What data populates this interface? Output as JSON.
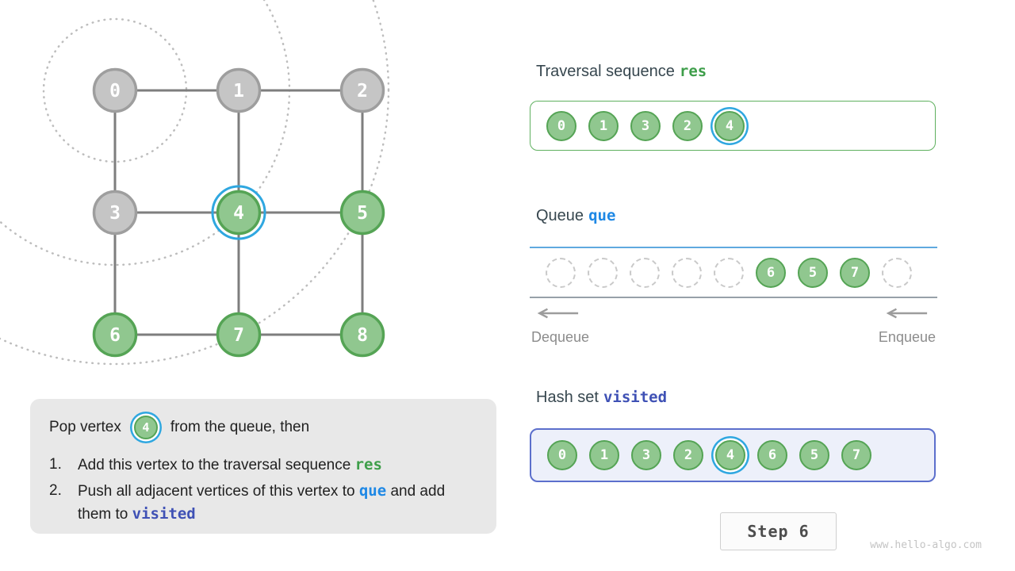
{
  "colors": {
    "green_fill": "#90C78F",
    "green_border": "#55A455",
    "gray_fill": "#C5C5C5",
    "gray_border": "#9E9E9E",
    "hl_blue": "#2FA7E0",
    "res_green": "#3E9E4A",
    "que_blue": "#1E88E5",
    "visited_indigo": "#3F51B5",
    "heading": "#37474F",
    "text": "#212121",
    "edge_gray": "#7E7E7E",
    "arc_gray": "#BDBDBD",
    "muted": "#8C8C8C",
    "arrow_gray": "#9C9C9C",
    "trav_border": "#5FB05F",
    "hash_border": "#5C6FCC",
    "hash_bg": "#EDF0FA",
    "queue_line_top": "#5FA9DF",
    "queue_line_bottom": "#97A1A9",
    "step_bg": "#FBFBFB",
    "step_border": "#CFCFCF",
    "step_text": "#4D4D4D",
    "watermark_color": "#C4C4C4",
    "explain_bg": "#E8E8E8"
  },
  "graph": {
    "vertices": [
      {
        "id": "0",
        "state": "unvisited",
        "row": 0,
        "col": 0,
        "highlight": false
      },
      {
        "id": "1",
        "state": "unvisited",
        "row": 0,
        "col": 1,
        "highlight": false
      },
      {
        "id": "2",
        "state": "unvisited",
        "row": 0,
        "col": 2,
        "highlight": false
      },
      {
        "id": "3",
        "state": "unvisited",
        "row": 1,
        "col": 0,
        "highlight": false
      },
      {
        "id": "4",
        "state": "visited",
        "row": 1,
        "col": 1,
        "highlight": true
      },
      {
        "id": "5",
        "state": "visited",
        "row": 1,
        "col": 2,
        "highlight": false
      },
      {
        "id": "6",
        "state": "visited",
        "row": 2,
        "col": 0,
        "highlight": false
      },
      {
        "id": "7",
        "state": "visited",
        "row": 2,
        "col": 1,
        "highlight": false
      },
      {
        "id": "8",
        "state": "visited",
        "row": 2,
        "col": 2,
        "highlight": false
      }
    ],
    "edges": [
      [
        0,
        1
      ],
      [
        1,
        2
      ],
      [
        3,
        4
      ],
      [
        4,
        5
      ],
      [
        6,
        7
      ],
      [
        7,
        8
      ],
      [
        0,
        3
      ],
      [
        3,
        6
      ],
      [
        1,
        4
      ],
      [
        4,
        7
      ],
      [
        2,
        5
      ],
      [
        5,
        8
      ]
    ]
  },
  "panels": {
    "traversal": {
      "title_prefix": "Traversal sequence",
      "title_code": "res",
      "items": [
        "0",
        "1",
        "3",
        "2",
        "4"
      ],
      "highlight_index": 4
    },
    "queue": {
      "title_prefix": "Queue",
      "title_code": "que",
      "slots": [
        null,
        null,
        null,
        null,
        null,
        "6",
        "5",
        "7",
        null
      ],
      "dequeue_label": "Dequeue",
      "enqueue_label": "Enqueue"
    },
    "hashset": {
      "title_prefix": "Hash set",
      "title_code": "visited",
      "items": [
        "0",
        "1",
        "3",
        "2",
        "4",
        "6",
        "5",
        "7"
      ],
      "highlight_index": 4
    }
  },
  "explanation": {
    "pop_prefix": "Pop vertex",
    "pop_vertex": "4",
    "pop_suffix": "from the queue, then",
    "item1_no": "1.",
    "item1_text": "Add this vertex to the traversal sequence",
    "item1_code": "res",
    "item2_no": "2.",
    "item2_text": "Push all adjacent vertices of this vertex to",
    "item2_code1": "que",
    "item2_mid": "and add them to",
    "item2_code2": "visited"
  },
  "step": {
    "label": "Step 6"
  },
  "watermark": "www.hello-algo.com"
}
